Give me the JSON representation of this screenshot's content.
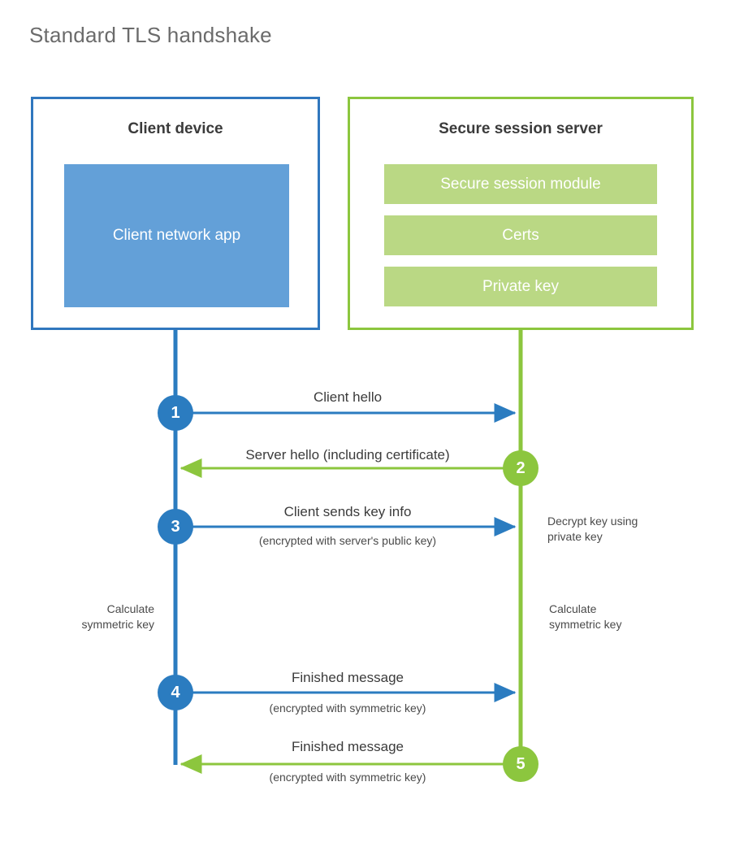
{
  "title": "Standard TLS handshake",
  "colors": {
    "client_border": "#3077be",
    "client_app_fill": "#63a0d8",
    "server_border": "#8cc63e",
    "server_bar_fill": "#bad884",
    "client_accent": "#2b7cc0",
    "server_accent": "#8cc63e",
    "title_text": "#6b6b6b",
    "body_text": "#3b3b3b",
    "background": "#ffffff"
  },
  "client": {
    "title": "Client device",
    "app_label": "Client network\napp"
  },
  "server": {
    "title": "Secure session server",
    "modules": [
      {
        "label": "Secure session module"
      },
      {
        "label": "Certs"
      },
      {
        "label": "Private key"
      }
    ]
  },
  "steps": [
    {
      "number": "1",
      "side": "client",
      "direction": "to-server",
      "label": "Client hello",
      "sublabel": ""
    },
    {
      "number": "2",
      "side": "server",
      "direction": "to-client",
      "label": "Server hello (including certificate)",
      "sublabel": ""
    },
    {
      "number": "3",
      "side": "client",
      "direction": "to-server",
      "label": "Client sends key info",
      "sublabel": "(encrypted with server's public key)"
    },
    {
      "number": "4",
      "side": "client",
      "direction": "to-server",
      "label": "Finished message",
      "sublabel": "(encrypted with symmetric key)"
    },
    {
      "number": "5",
      "side": "server",
      "direction": "to-client",
      "label": "Finished message",
      "sublabel": "(encrypted with symmetric key)"
    }
  ],
  "notes": {
    "decrypt_key": "Decrypt key using\nprivate key",
    "client_calculate": "Calculate\nsymmetric key",
    "server_calculate": "Calculate\nsymmetric key"
  }
}
